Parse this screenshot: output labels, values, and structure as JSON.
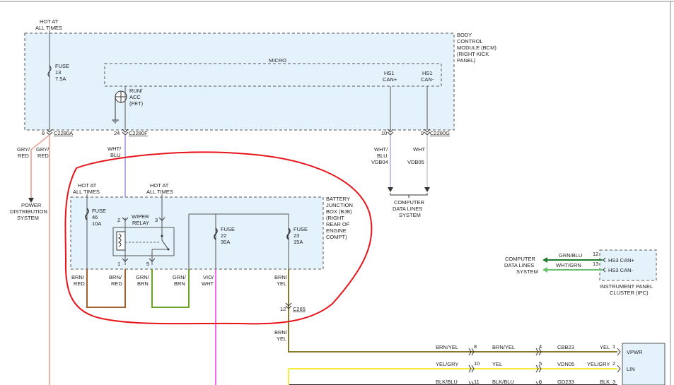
{
  "top": {
    "hot_line1": "HOT AT",
    "hot_line2": "ALL TIMES"
  },
  "bcm": {
    "line1": "BODY",
    "line2": "CONTROL",
    "line3": "MODULE (BCM)",
    "line4": "(RIGHT KICK",
    "line5": "PANEL)"
  },
  "fuse13": {
    "label": "FUSE",
    "num": "13",
    "amp": "7.5A"
  },
  "micro": "MICRO",
  "run": {
    "line1": "RUN/",
    "line2": "ACC",
    "line3": "(FET)"
  },
  "hs1p": {
    "line1": "HS1",
    "line2": "CAN+"
  },
  "hs1m": {
    "line1": "HS1",
    "line2": "CAN-"
  },
  "pins": {
    "p8": "8",
    "c2280a": "C2280A",
    "p24": "24",
    "c2280f": "C2280F",
    "p10": "10",
    "p9": "9",
    "c2280g": "C2280G"
  },
  "wires": {
    "gry_red_a1": "GRY/",
    "gry_red_a2": "RED",
    "gry_red_b1": "GRY/",
    "gry_red_b2": "RED",
    "wht_blu1": "WHT/",
    "wht_blu2": "BLU",
    "wht_blu_r1": "WHT/",
    "wht_blu_r2": "BLU",
    "vdb04": "VDB04",
    "wht_r": "WHT",
    "vdb05": "VDB05"
  },
  "pds": {
    "line1": "POWER",
    "line2": "DISTRIBUTION",
    "line3": "SYSTEM"
  },
  "cdl_top": {
    "line1": "COMPUTER",
    "line2": "DATA LINES",
    "line3": "SYSTEM"
  },
  "bjb_hot_left": {
    "line1": "HOT AT",
    "line2": "ALL TIMES"
  },
  "bjb_hot_right": {
    "line1": "HOT AT",
    "line2": "ALL TIMES"
  },
  "bjb": {
    "line1": "BATTERY",
    "line2": "JUNCTION",
    "line3": "BOX (BJB)",
    "line4": "(RIGHT",
    "line5": "REAR OF",
    "line6": "ENGINE",
    "line7": "COMPT)"
  },
  "fuse46": {
    "label": "FUSE",
    "num": "46",
    "amp": "10A"
  },
  "wiper": {
    "line1": "WIPER",
    "line2": "RELAY",
    "pin2": "2",
    "pin3": "3",
    "pin1": "1",
    "pin5": "5"
  },
  "fuse22": {
    "label": "FUSE",
    "num": "22",
    "amp": "30A"
  },
  "fuse23": {
    "label": "FUSE",
    "num": "23",
    "amp": "15A"
  },
  "bjb_wires": {
    "brn_red1_a": "BRN/",
    "brn_red1_b": "RED",
    "brn_red2_a": "BRN/",
    "brn_red2_b": "RED",
    "grn_brn1_a": "GRN/",
    "grn_brn1_b": "BRN",
    "grn_brn2_a": "GRN/",
    "grn_brn2_b": "BRN",
    "vio_wht_a": "VIO/",
    "vio_wht_b": "WHT",
    "brn_yel_a": "BRN/",
    "brn_yel_b": "YEL"
  },
  "c265": {
    "pin": "12",
    "name": "C265"
  },
  "brn_yel_low": {
    "a": "BRN/",
    "b": "YEL"
  },
  "ipc": {
    "hs3p": "HS3 CAN+",
    "hs3m": "HS3 CAN-",
    "p12": "12",
    "p13": "13",
    "wire1": "GRN/BLU",
    "wire2": "WHT/GRN",
    "name1": "INSTRUMENT PANEL",
    "name2": "CLUSTER (IPC)"
  },
  "cdl_right": {
    "line1": "COMPUTER",
    "line2": "DATA LINES",
    "line3": "SYSTEM"
  },
  "bottom": {
    "r1": {
      "w1": "BRN/YEL",
      "p1": "8",
      "w2": "BRN/YEL",
      "p2": "4",
      "w3": "CBB23",
      "w4": "YEL",
      "p3": "1",
      "pin": "VPWR"
    },
    "r2": {
      "w1": "YEL/GRY",
      "p1": "10",
      "w2": "YEL",
      "p2": "5",
      "w3": "VDN05",
      "w4": "YEL/GRY",
      "p3": "2",
      "pin": "LIN"
    },
    "r3": {
      "w1": "BLK/BLU",
      "p1": "11",
      "w2": "BLK/BLU",
      "p2": "6",
      "w3": "GD233",
      "w4": "BLK",
      "p3": "3"
    }
  },
  "colors": {
    "module_fill": "#e3f2fb",
    "annotation": "#e8141b",
    "gry_red": "#e8b4a8",
    "wht_blu": "#b9a9e6",
    "brn_red": "#a0612d",
    "grn_brn": "#6aa327",
    "vio_wht": "#f06ae8",
    "brn_yel": "#8c7a2a",
    "yel": "#f2ea3c",
    "grn_blu": "#1f7a2c",
    "wht_grn": "#6abf6e"
  }
}
